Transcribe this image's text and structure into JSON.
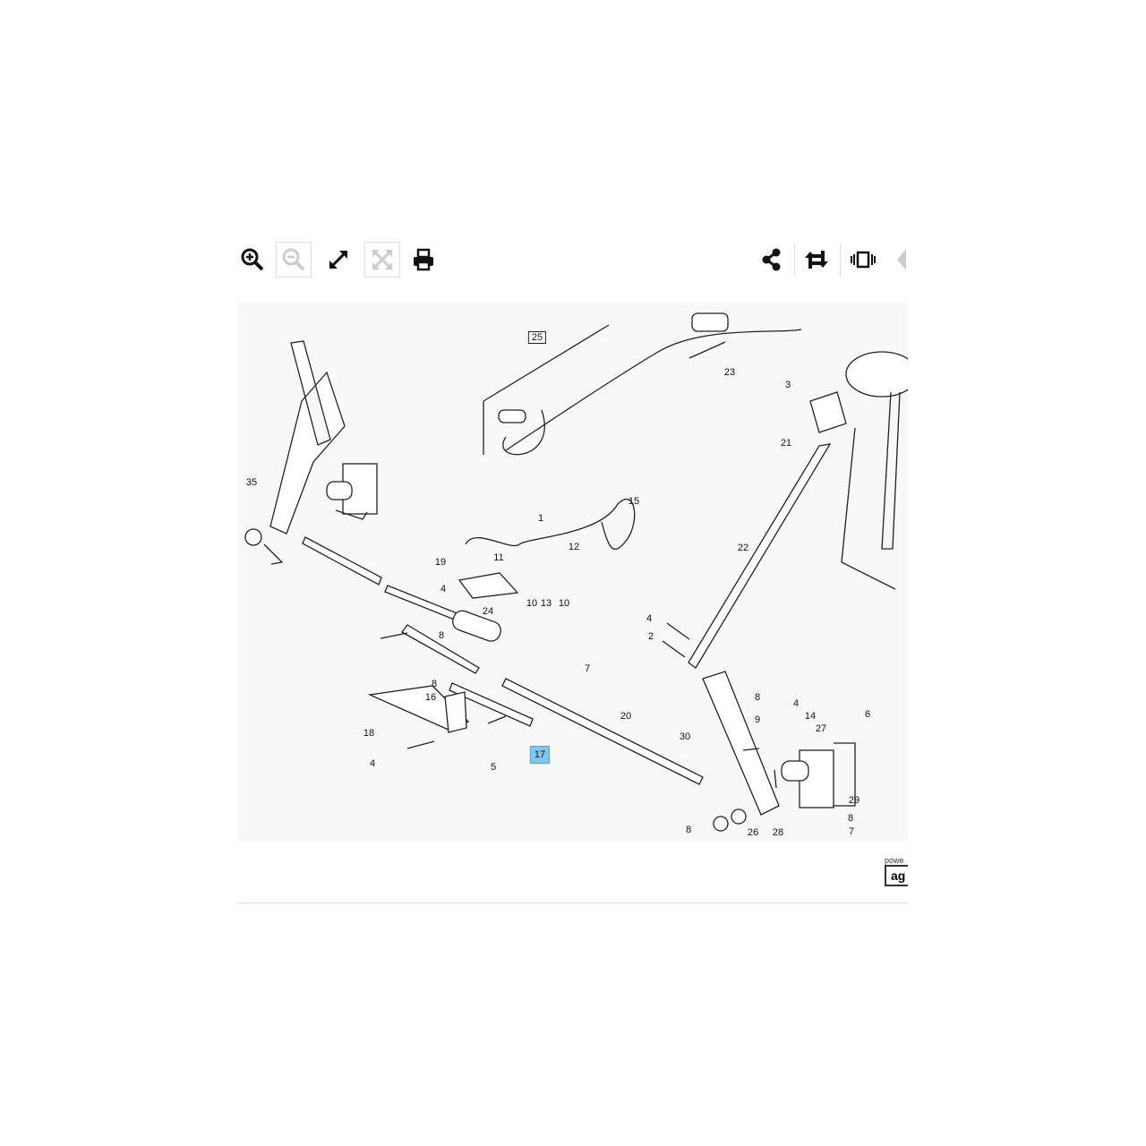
{
  "toolbar": {
    "buttons": [
      {
        "icon": "zoom-in-icon",
        "enabled": true
      },
      {
        "icon": "zoom-out-icon",
        "enabled": false
      },
      {
        "icon": "expand-icon",
        "enabled": true
      },
      {
        "icon": "fit-icon",
        "enabled": false
      },
      {
        "icon": "print-icon",
        "enabled": true
      },
      {
        "icon": "share-icon",
        "enabled": true
      },
      {
        "icon": "rotate-icon",
        "enabled": true
      },
      {
        "icon": "carousel-icon",
        "enabled": true
      },
      {
        "icon": "prev-icon",
        "enabled": true
      }
    ]
  },
  "diagram": {
    "callouts": [
      "25",
      "23",
      "3",
      "21",
      "35",
      "15",
      "1",
      "11",
      "12",
      "19",
      "22",
      "4",
      "24",
      "8",
      "10",
      "13",
      "10",
      "4",
      "2",
      "7",
      "8",
      "16",
      "8",
      "9",
      "20",
      "4",
      "14",
      "6",
      "27",
      "18",
      "30",
      "5",
      "17",
      "4",
      "29",
      "8",
      "7",
      "8",
      "26",
      "28"
    ],
    "highlighted": "17",
    "highlight_color": "#7ec8ee"
  },
  "logo": {
    "top_text": "powe",
    "box_text": "ag"
  }
}
